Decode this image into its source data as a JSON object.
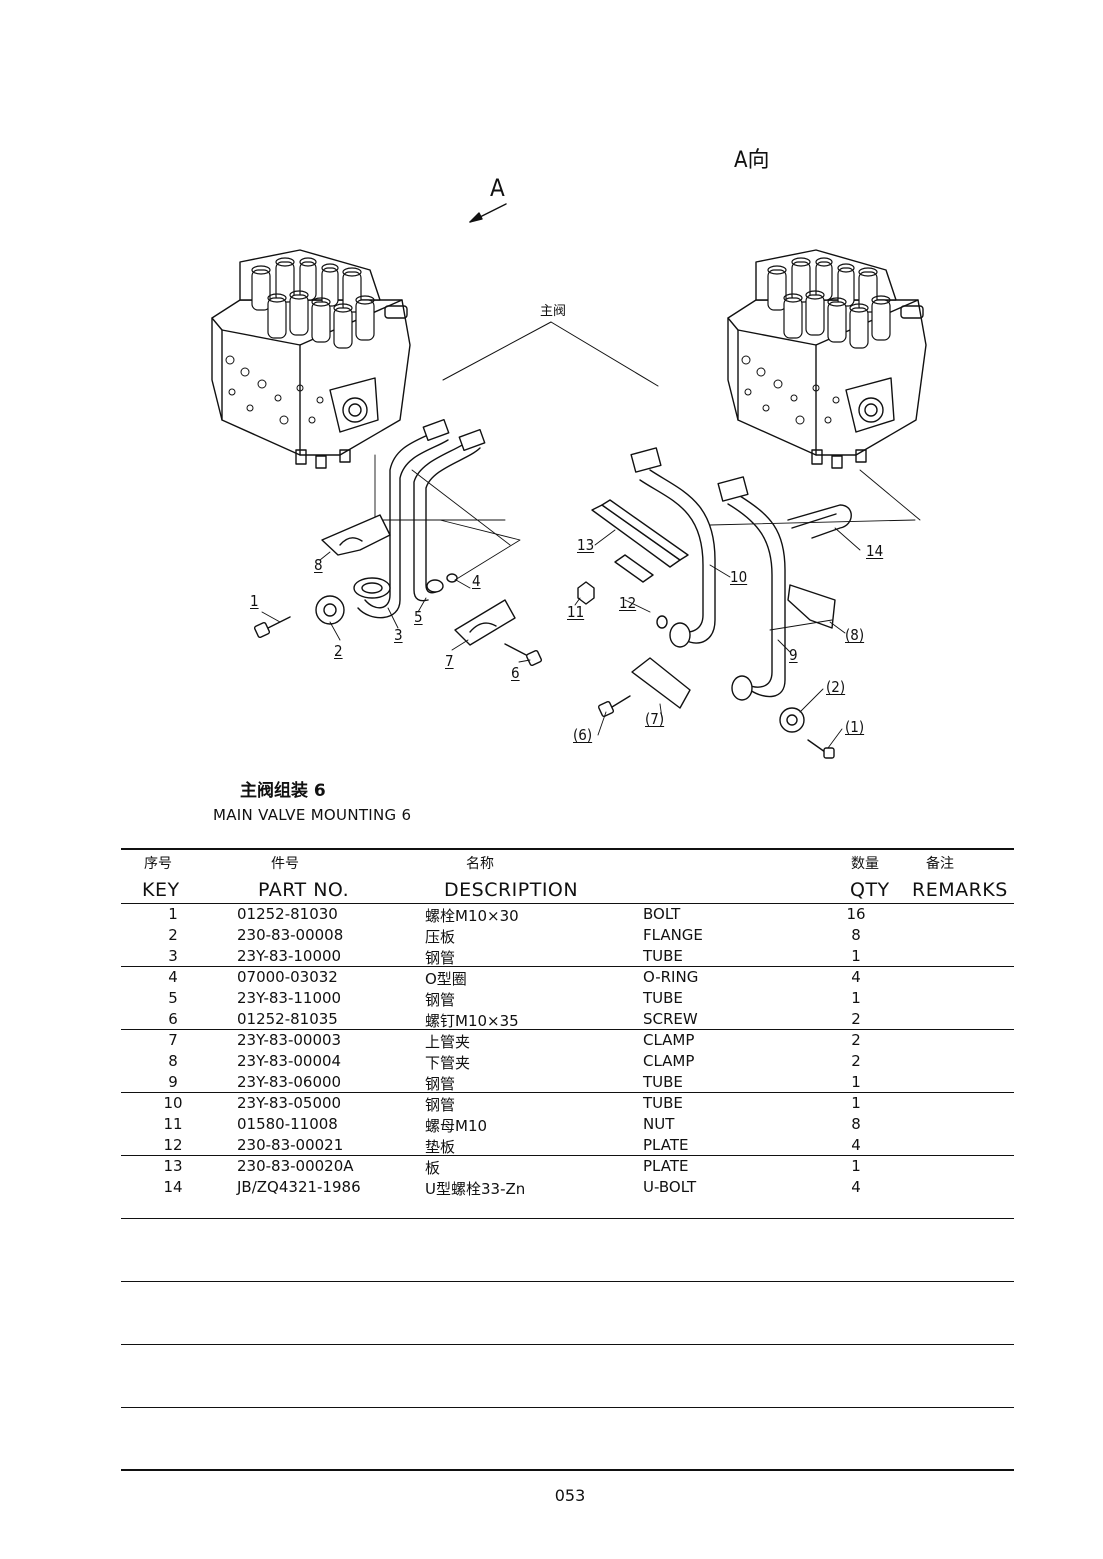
{
  "view": {
    "arrow_label": "A",
    "view_label": "A向",
    "main_valve_label": "主阀",
    "callouts_left": [
      "1",
      "2",
      "3",
      "4",
      "5",
      "6",
      "7",
      "8"
    ],
    "callouts_right": [
      "(1)",
      "(2)",
      "(6)",
      "(7)",
      "(8)",
      "9",
      "10",
      "11",
      "12",
      "13",
      "14"
    ]
  },
  "title": {
    "cn": "主阀组装 6",
    "en": "MAIN VALVE MOUNTING 6"
  },
  "table": {
    "headers_cn": {
      "key": "序号",
      "part": "件号",
      "desc": "名称",
      "qty": "数量",
      "remarks": "备注"
    },
    "headers_en": {
      "key": "KEY",
      "part": "PART NO.",
      "desc": "DESCRIPTION",
      "qty": "QTY",
      "remarks": "REMARKS"
    },
    "rows": [
      {
        "key": "1",
        "part": "01252-81030",
        "cn": "螺栓M10×30",
        "en": "BOLT",
        "qty": "16"
      },
      {
        "key": "2",
        "part": "230-83-00008",
        "cn": "压板",
        "en": "FLANGE",
        "qty": "8"
      },
      {
        "key": "3",
        "part": "23Y-83-10000",
        "cn": "钢管",
        "en": "TUBE",
        "qty": "1"
      },
      {
        "key": "4",
        "part": "07000-03032",
        "cn": "O型圈",
        "en": "O-RING",
        "qty": "4"
      },
      {
        "key": "5",
        "part": "23Y-83-11000",
        "cn": "钢管",
        "en": "TUBE",
        "qty": "1"
      },
      {
        "key": "6",
        "part": "01252-81035",
        "cn": "螺钉M10×35",
        "en": "SCREW",
        "qty": "2"
      },
      {
        "key": "7",
        "part": "23Y-83-00003",
        "cn": "上管夹",
        "en": "CLAMP",
        "qty": "2"
      },
      {
        "key": "8",
        "part": "23Y-83-00004",
        "cn": "下管夹",
        "en": "CLAMP",
        "qty": "2"
      },
      {
        "key": "9",
        "part": "23Y-83-06000",
        "cn": "钢管",
        "en": "TUBE",
        "qty": "1"
      },
      {
        "key": "10",
        "part": "23Y-83-05000",
        "cn": "钢管",
        "en": "TUBE",
        "qty": "1"
      },
      {
        "key": "11",
        "part": "01580-11008",
        "cn": "螺母M10",
        "en": "NUT",
        "qty": "8"
      },
      {
        "key": "12",
        "part": "230-83-00021",
        "cn": "垫板",
        "en": "PLATE",
        "qty": "4"
      },
      {
        "key": "13",
        "part": "230-83-00020A",
        "cn": "板",
        "en": "PLATE",
        "qty": "1"
      },
      {
        "key": "14",
        "part": "JB/ZQ4321-1986",
        "cn": "U型螺栓33-Zn",
        "en": "U-BOLT",
        "qty": "4"
      }
    ]
  },
  "page_number": "053"
}
